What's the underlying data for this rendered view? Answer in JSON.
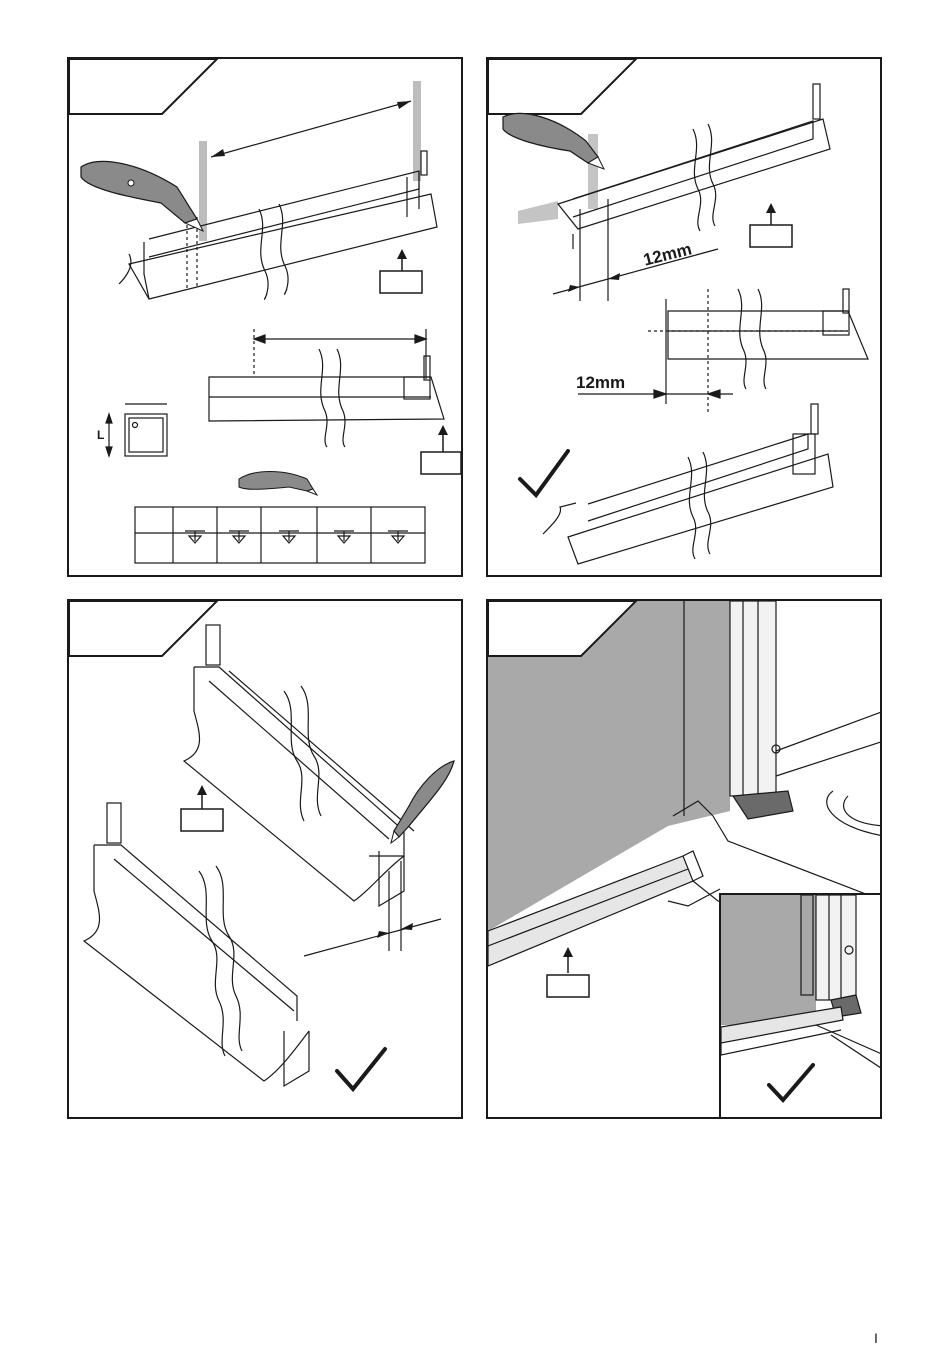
{
  "panels": {
    "p2": {
      "dimension_top": "12mm",
      "dimension_bottom": "12mm"
    }
  },
  "footer": {
    "page_number": "I"
  },
  "colors": {
    "line": "#1a1a1a",
    "wall_fill": "#a9a9a9",
    "cut_marker": "#bdbdbd",
    "knife_body": "#8a8a8a"
  }
}
